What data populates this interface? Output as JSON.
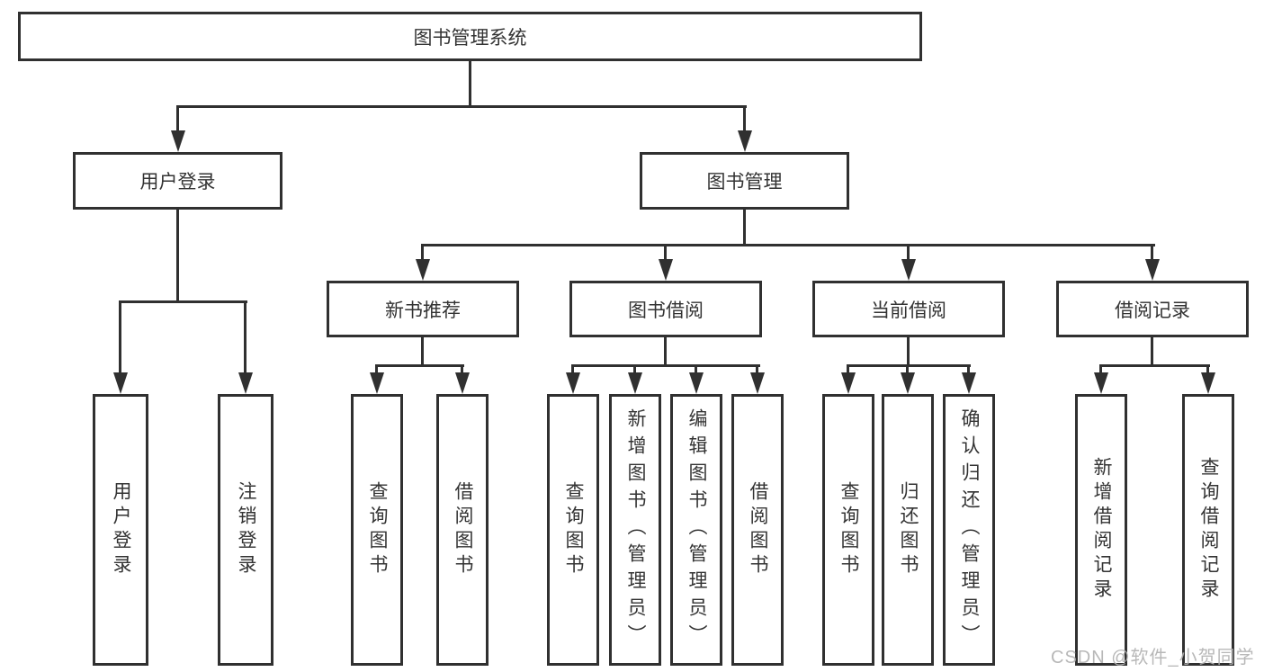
{
  "tree": {
    "root": {
      "label": "图书管理系统"
    },
    "branches": [
      {
        "label": "用户登录",
        "children": [
          {
            "label": "用户登录"
          },
          {
            "label": "注销登录"
          }
        ]
      },
      {
        "label": "图书管理",
        "groups": [
          {
            "label": "新书推荐",
            "children": [
              {
                "label": "查询图书"
              },
              {
                "label": "借阅图书"
              }
            ]
          },
          {
            "label": "图书借阅",
            "children": [
              {
                "label": "查询图书"
              },
              {
                "label": "新增图书（管理员）"
              },
              {
                "label": "编辑图书（管理员）"
              },
              {
                "label": "借阅图书"
              }
            ]
          },
          {
            "label": "当前借阅",
            "children": [
              {
                "label": "查询图书"
              },
              {
                "label": "归还图书"
              },
              {
                "label": "确认归还（管理员）"
              }
            ]
          },
          {
            "label": "借阅记录",
            "children": [
              {
                "label": "新增借阅记录"
              },
              {
                "label": "查询借阅记录"
              }
            ]
          }
        ]
      }
    ]
  },
  "watermark": "CSDN @软件_小贺同学",
  "colors": {
    "line": "#303030",
    "box_background": "#ffffff",
    "text": "#333333",
    "watermark": "#b2b2b2",
    "page_background": "#ffffff"
  }
}
